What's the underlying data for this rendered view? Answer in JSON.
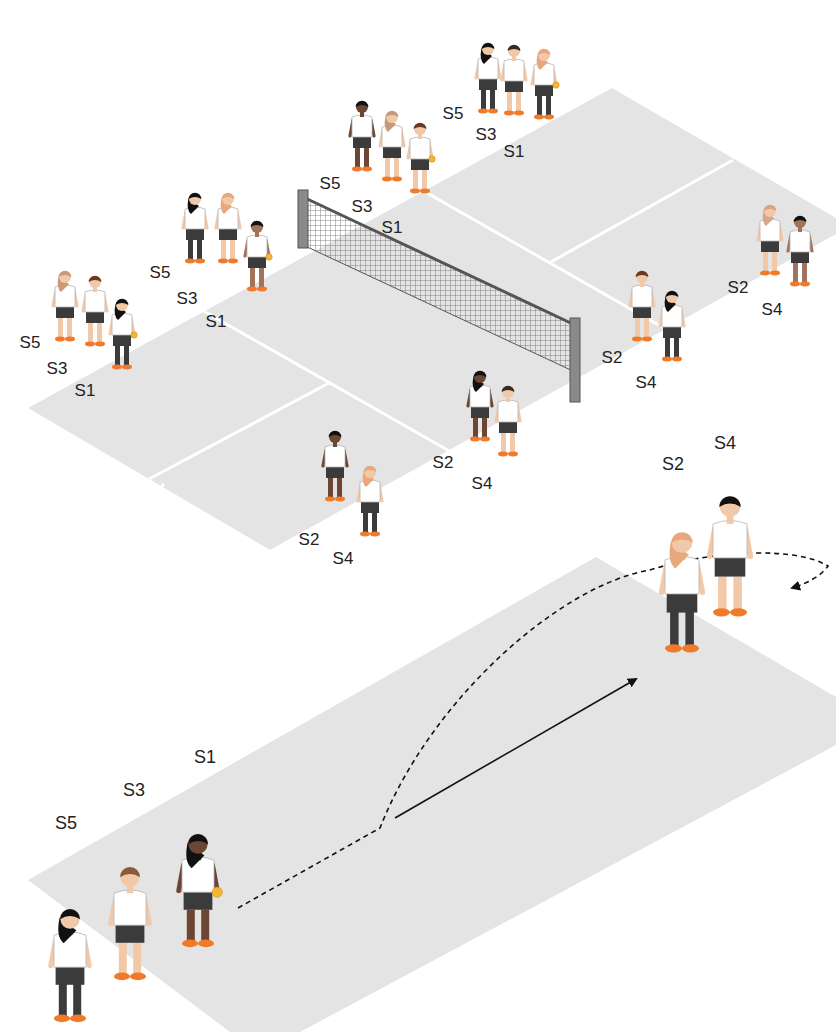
{
  "diagram": {
    "labels": [
      "S5",
      "S3",
      "S1",
      "S5",
      "S3",
      "S1",
      "S2",
      "S4",
      "S5",
      "S3",
      "S1",
      "S5",
      "S3",
      "S1",
      "S2",
      "S4",
      "S4",
      "S2",
      "S2",
      "S4",
      "S2",
      "S4",
      "S1",
      "S3",
      "S5"
    ]
  }
}
